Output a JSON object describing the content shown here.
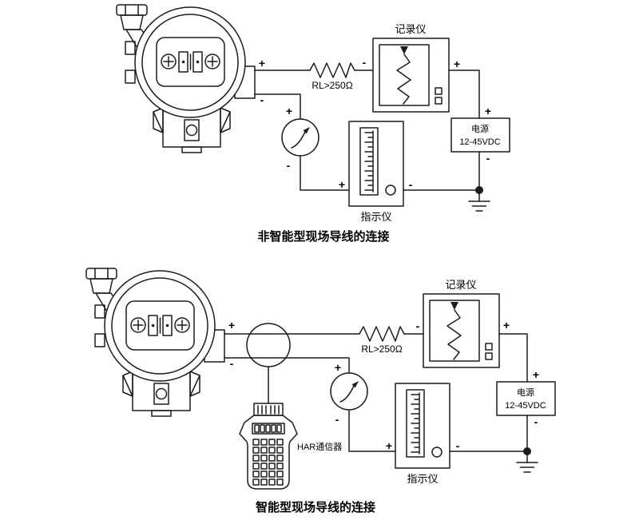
{
  "symbols": {
    "plus": "+",
    "minus": "-"
  },
  "diagram_top": {
    "caption": "非智能型现场导线的连接",
    "recorder_label": "记录仪",
    "resistor_label": "RL>250Ω",
    "power_line1": "电源",
    "power_line2": "12-45VDC",
    "indicator_label": "指示仪"
  },
  "diagram_bottom": {
    "caption": "智能型现场导线的连接",
    "recorder_label": "记录仪",
    "resistor_label": "RL>250Ω",
    "power_line1": "电源",
    "power_line2": "12-45VDC",
    "indicator_label": "指示仪",
    "communicator_label": "HAR通信器"
  }
}
